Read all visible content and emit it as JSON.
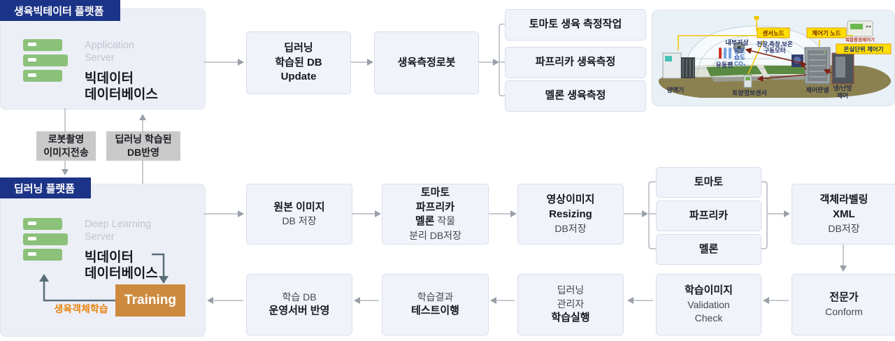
{
  "platform_bigdata": {
    "tag": "생육빅테이터 플랫폼",
    "server_label_1": "Application",
    "server_label_2": "Server",
    "db_line1": "빅데이터",
    "db_line2": "데이터베이스"
  },
  "platform_deep": {
    "tag": "딥러닝 플랫폼",
    "server_label_1": "Deep Learning",
    "server_label_2": "Server",
    "db_line1": "빅데이터",
    "db_line2": "데이터베이스",
    "training": "Training",
    "training_caption": "생육객체학습"
  },
  "transfer": {
    "to_deep_1": "로봇촬영",
    "to_deep_2": "이미지전송",
    "to_big_1": "딥러닝 학습된",
    "to_big_2": "DB반영"
  },
  "top_flow": {
    "update_1": "딥러닝",
    "update_2": "학습된 DB",
    "update_3": "Update",
    "robot": "생육측정로봇",
    "tasks": [
      "토마토 생육 측정작업",
      "파프리카 생육측정",
      "멜론 생육측정"
    ]
  },
  "mid_flow": {
    "origin_1": "원본 이미지",
    "origin_2": "DB 저장",
    "split_1": "토마토",
    "split_2": "파프리카",
    "split_3_bold": "멜론",
    "split_3_reg": " 작물",
    "split_4": "분리 DB저장",
    "resize_1": "영상이미지",
    "resize_2": "Resizing",
    "resize_3": "DB저장",
    "crops": [
      "토마토",
      "파프리카",
      "멜론"
    ],
    "label_1": "객체라벨링",
    "label_2": "XML",
    "label_3": "DB저장"
  },
  "bottom_flow": {
    "deploy_1": "학습 DB",
    "deploy_2": "운영서버 반영",
    "test_1": "학습결과",
    "test_2": "테스트이행",
    "train_1": "딥러닝",
    "train_2": "관리자",
    "train_3": "학습실행",
    "validation_1": "학습이미지",
    "validation_2": "Validation",
    "validation_3": "Check",
    "conform_1": "전문가",
    "conform_2": "Conform"
  },
  "greenhouse": {
    "sensor_node": "센서노드",
    "controller_node": "제어기 노드",
    "unit_controller": "온실단위 제어기",
    "internal_weather": "내부기상",
    "motor_1": "천장,측창,보온",
    "motor_2": "구동모터",
    "temp": "온도",
    "humidity": "습도",
    "co2": "CO₂",
    "fan": "유동팬",
    "device": "복합환경제어기",
    "nutrient": "양액기",
    "soil_sensor": "토양정보센서",
    "control_panel": "제어판넬",
    "hvac_1": "냉/난방",
    "hvac_2": "제어"
  }
}
